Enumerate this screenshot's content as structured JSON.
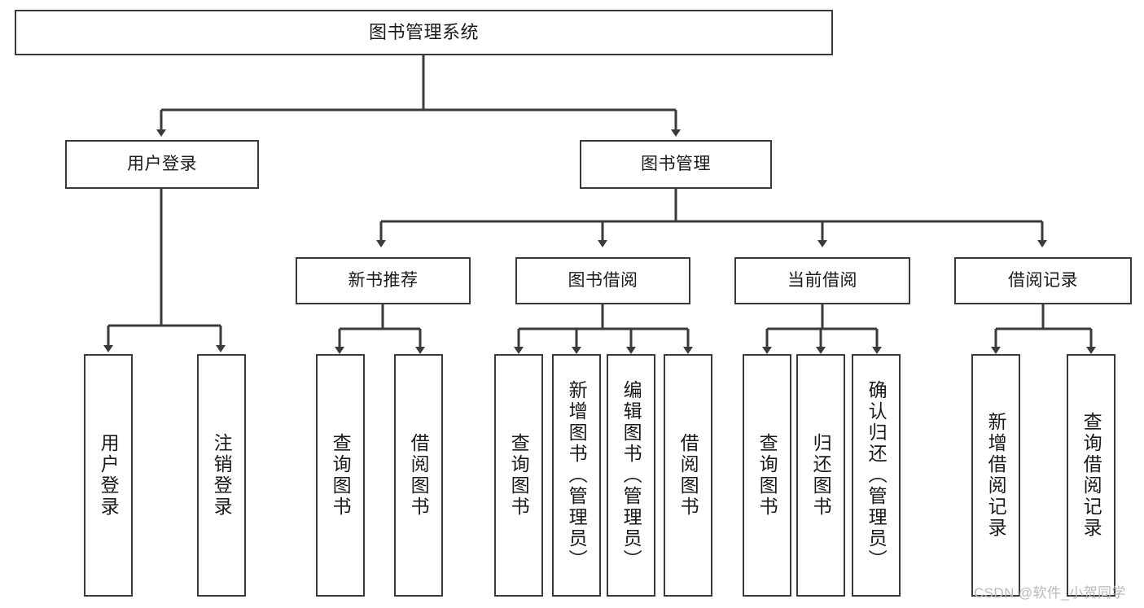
{
  "diagram": {
    "title": "图书管理系统",
    "watermark": "CSDN @软件_小贺同学",
    "levels": {
      "root": {
        "label": "图书管理系统"
      },
      "level2": [
        {
          "id": "user-login",
          "label": "用户登录"
        },
        {
          "id": "book-management",
          "label": "图书管理"
        }
      ],
      "level3": [
        {
          "id": "new-book-recommend",
          "label": "新书推荐"
        },
        {
          "id": "book-borrow",
          "label": "图书借阅"
        },
        {
          "id": "current-borrow",
          "label": "当前借阅"
        },
        {
          "id": "borrow-record",
          "label": "借阅记录"
        }
      ],
      "level4": [
        {
          "id": "leaf-user-login",
          "label": "用户登录",
          "parent": "user-login"
        },
        {
          "id": "leaf-user-logout",
          "label": "注销登录",
          "parent": "user-login"
        },
        {
          "id": "leaf-query-book-1",
          "label": "查询图书",
          "parent": "new-book-recommend"
        },
        {
          "id": "leaf-borrow-book-1",
          "label": "借阅图书",
          "parent": "new-book-recommend"
        },
        {
          "id": "leaf-query-book-2",
          "label": "查询图书",
          "parent": "book-borrow"
        },
        {
          "id": "leaf-add-book",
          "label": "新增图书（管理员）",
          "parent": "book-borrow"
        },
        {
          "id": "leaf-edit-book",
          "label": "编辑图书（管理员）",
          "parent": "book-borrow"
        },
        {
          "id": "leaf-borrow-book-2",
          "label": "借阅图书",
          "parent": "book-borrow"
        },
        {
          "id": "leaf-query-book-3",
          "label": "查询图书",
          "parent": "current-borrow"
        },
        {
          "id": "leaf-return-book",
          "label": "归还图书",
          "parent": "current-borrow"
        },
        {
          "id": "leaf-confirm-return",
          "label": "确认归还（管理员）",
          "parent": "current-borrow"
        },
        {
          "id": "leaf-add-record",
          "label": "新增借阅记录",
          "parent": "borrow-record"
        },
        {
          "id": "leaf-query-record",
          "label": "查询借阅记录",
          "parent": "borrow-record"
        }
      ]
    },
    "colors": {
      "stroke": "#3a3a3a",
      "fill": "#ffffff",
      "text": "#1a1a1a",
      "watermark": "#b9b9b9"
    }
  }
}
